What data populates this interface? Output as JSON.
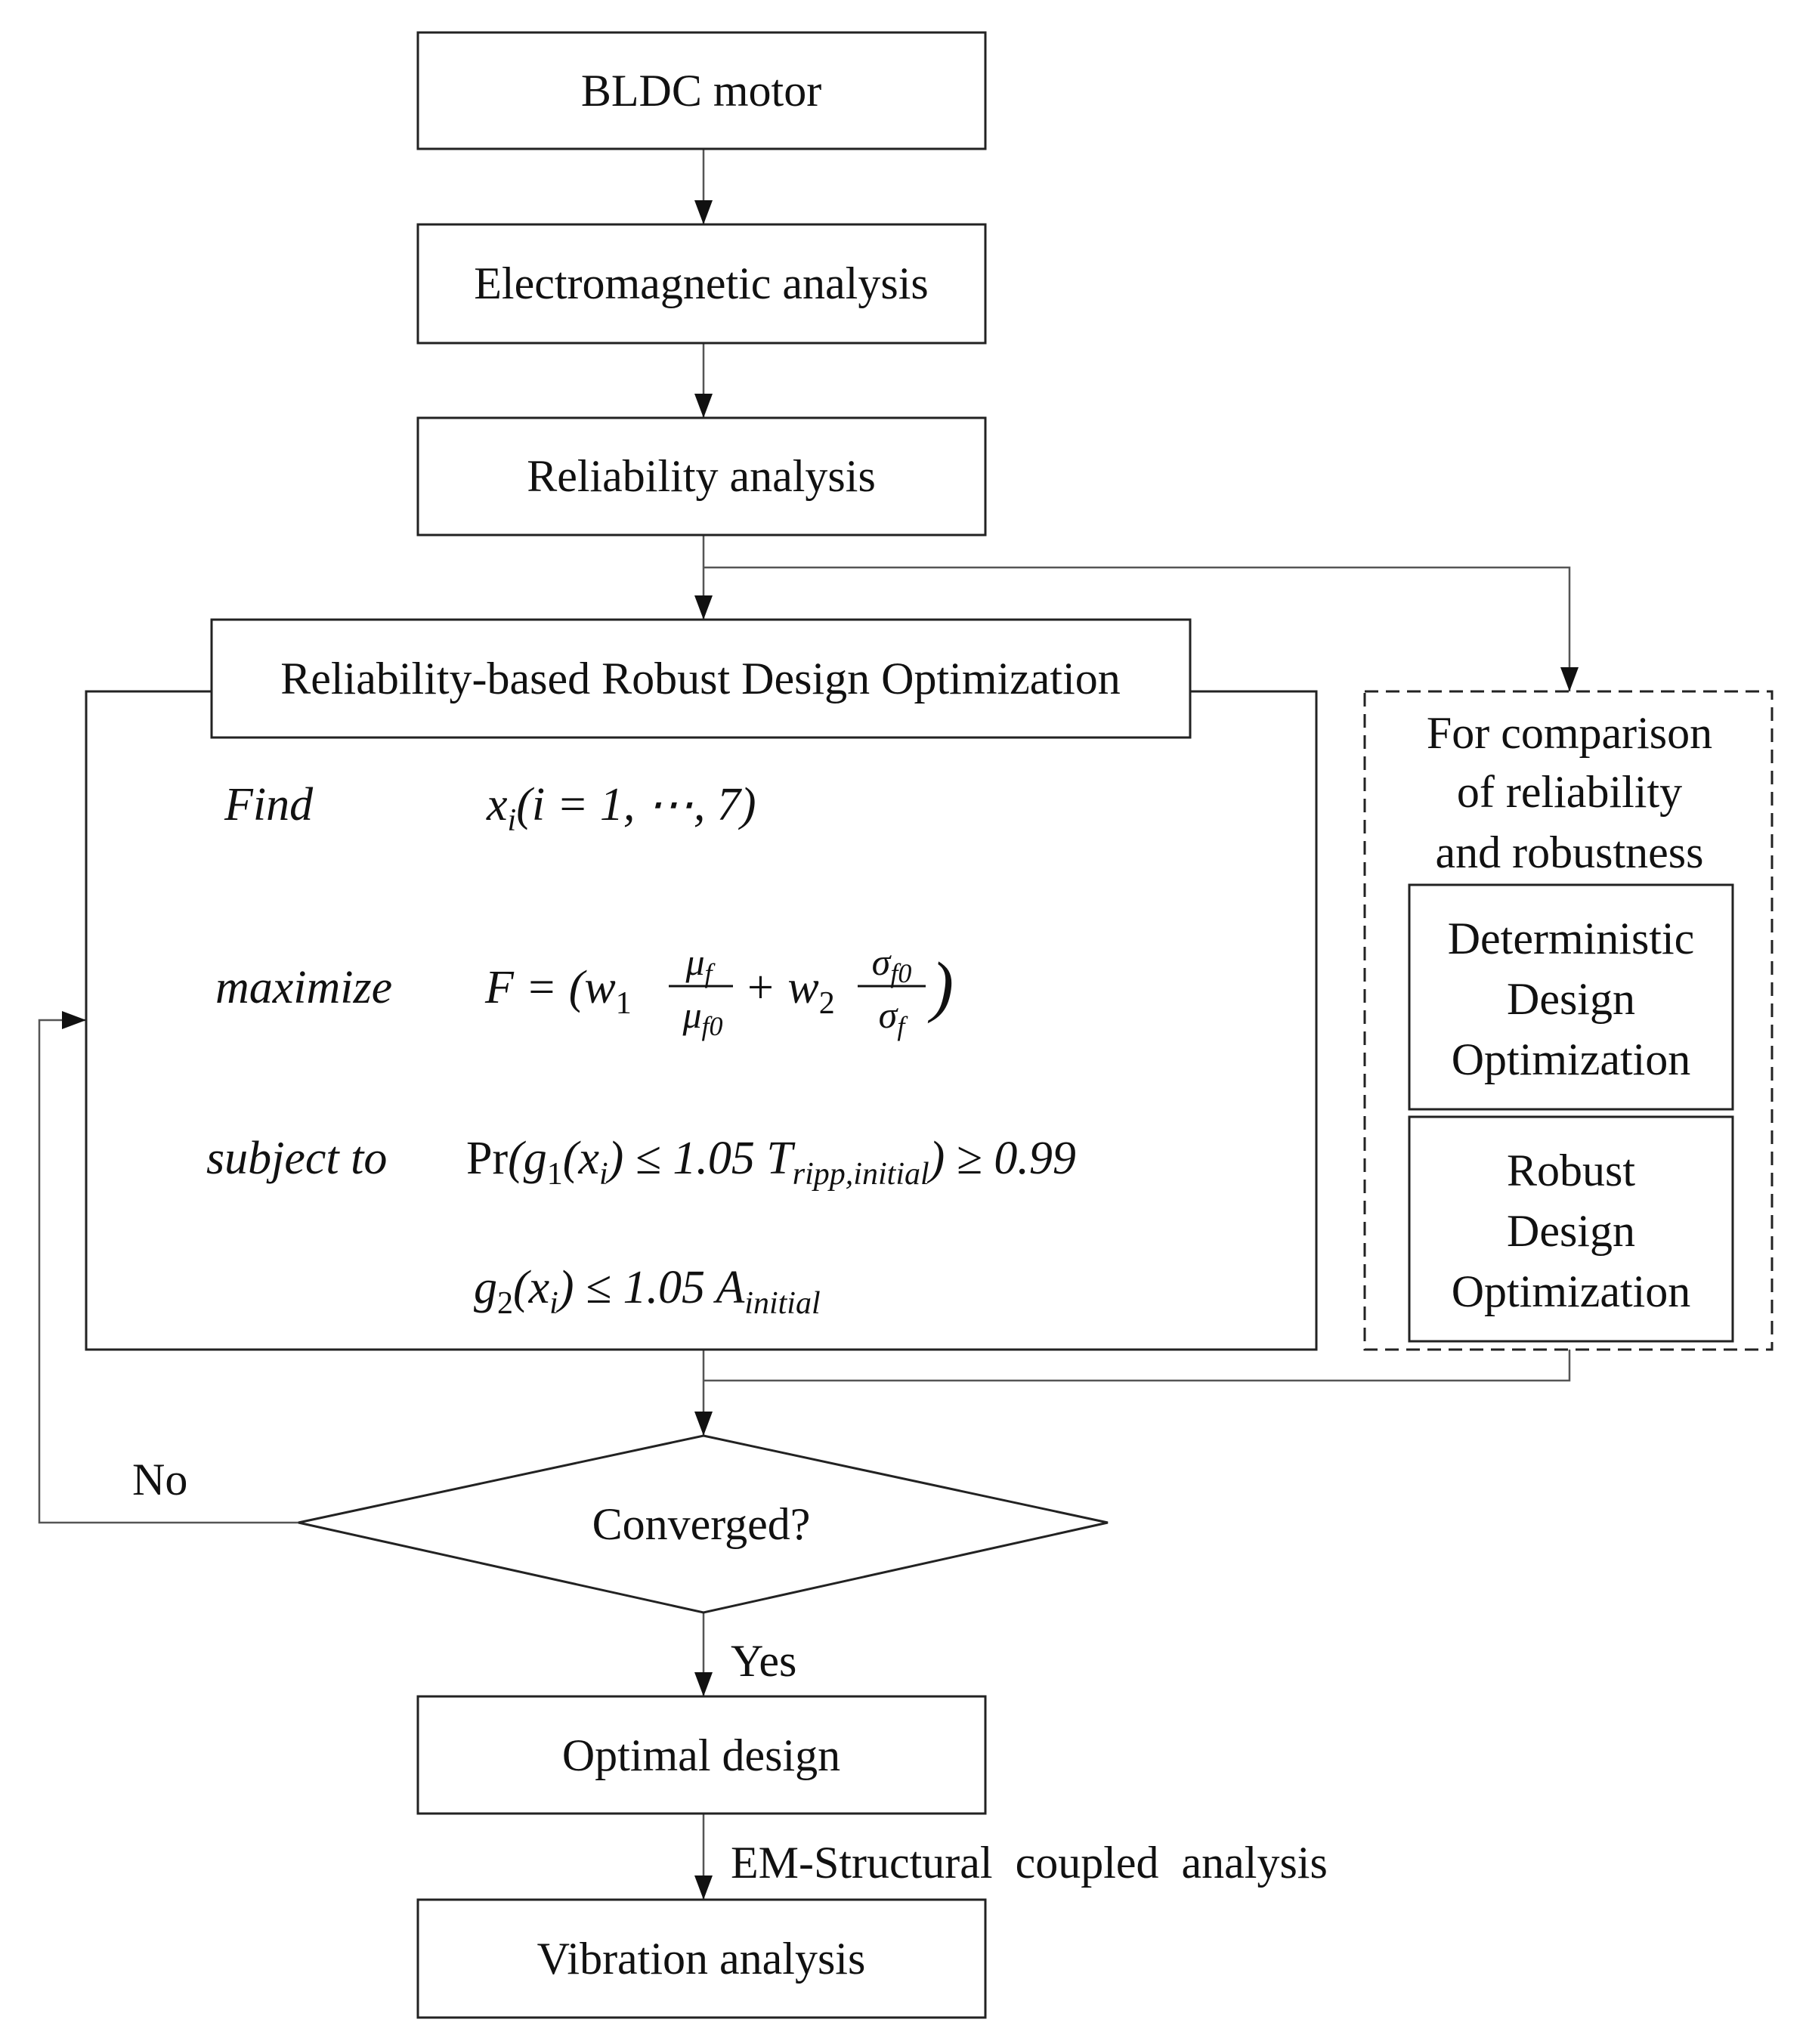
{
  "nodes": {
    "bldc": "BLDC motor",
    "em": "Electromagnetic analysis",
    "rel": "Reliability analysis",
    "rbrdo": "Reliability-based Robust Design Optimization",
    "compare": [
      "For comparison",
      "of reliability",
      "and robustness"
    ],
    "ddo": [
      "Deterministic",
      "Design",
      "Optimization"
    ],
    "rdo": [
      "Robust",
      "Design",
      "Optimization"
    ],
    "converged": "Converged?",
    "optimal": "Optimal design",
    "vibration": "Vibration analysis"
  },
  "edges": {
    "no": "No",
    "yes": "Yes",
    "em_structural": "EM-Structural  coupled  analysis"
  },
  "formulation": {
    "find_label": "Find",
    "find_expr": "x",
    "find_sub": "i",
    "find_rest": "(i = 1, ⋯, 7)",
    "max_label": "maximize",
    "max_lhs": "F = (w",
    "w1_sub": "1",
    "frac1_num": "μ",
    "frac1_num_sub": "f",
    "frac1_den": "μ",
    "frac1_den_sub": "f0",
    "plus": "+ w",
    "w2_sub": "2",
    "frac2_num": "σ",
    "frac2_num_sub": "f0",
    "frac2_den": "σ",
    "frac2_den_sub": "f",
    "close": ")",
    "subj_label": "subject to",
    "c1_pr": "Pr",
    "c1_a": "(g",
    "c1_g_sub": "1",
    "c1_b": "(x",
    "c1_x_sub": "i",
    "c1_c": ") ≤ 1.05 T",
    "c1_t_sub": "ripp,initial",
    "c1_d": ") ≥ 0.99",
    "c2_a": "g",
    "c2_g_sub": "2",
    "c2_b": "(x",
    "c2_x_sub": "i",
    "c2_c": ") ≤ 1.05 A",
    "c2_a_sub": "initial"
  }
}
